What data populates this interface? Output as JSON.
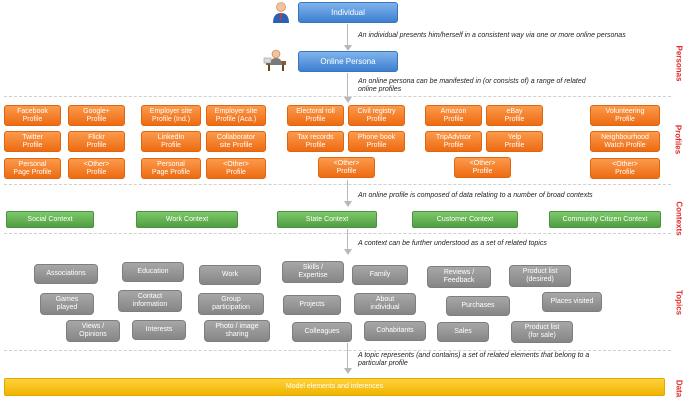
{
  "individual": "Individual",
  "online_persona": "Online Persona",
  "notes": {
    "n1": "An individual presents him/herself in a consistent way via one or more online personas",
    "n2": "An online persona can be manifested in (or consists of) a range of related\nonline profiles",
    "n3": "An online profile is composed of data relating to a number of broad contexts",
    "n4": "A context can be further understood as a set of related topics",
    "n5": "A topic represents (and contains) a set of related elements that belong to a\nparticular profile"
  },
  "side_labels": {
    "personas": "Personas",
    "profiles": "Profiles",
    "contexts": "Contexts",
    "topics": "Topics",
    "data": "Data"
  },
  "profiles": [
    "Facebook\nProfile",
    "Google+\nProfile",
    "Twitter\nProfile",
    "Flickr\nProfile",
    "Personal\nPage Profile",
    "<Other>\nProfile",
    "Employer site\nProfile (Ind.)",
    "Employer site\nProfile (Aca.)",
    "LinkedIn\nProfile",
    "Collaborator\nsite Profile",
    "Personal\nPage Profile",
    "<Other>\nProfile",
    "Electoral roll\nProfile",
    "Civil registry\nProfile",
    "Tax records\nProfile",
    "Phone book\nProfile",
    "<Other>\nProfile",
    "Amazon\nProfile",
    "eBay\nProfile",
    "TripAdvisor\nProfile",
    "Yelp\nProfile",
    "<Other>\nProfile",
    "Volunteering\nProfile",
    "Neighbourhood\nWatch Profile",
    "<Other>\nProfile"
  ],
  "contexts": [
    "Social Context",
    "Work Context",
    "State Context",
    "Customer Context",
    "Community Citizen Context"
  ],
  "topics": [
    "Associations",
    "Education",
    "Work",
    "Skills /\nExpertise",
    "Family",
    "Reviews /\nFeedback",
    "Product list\n(desired)",
    "Games\nplayed",
    "Contact\ninformation",
    "Group\nparticipation",
    "Projects",
    "About\nindividual",
    "Purchases",
    "Places visited",
    "Views /\nOpinions",
    "Interests",
    "Photo / image\nsharing",
    "Colleagues",
    "Cohabitants",
    "Sales",
    "Product list\n(for sale)"
  ],
  "data_bar": "Model elements and inferences"
}
